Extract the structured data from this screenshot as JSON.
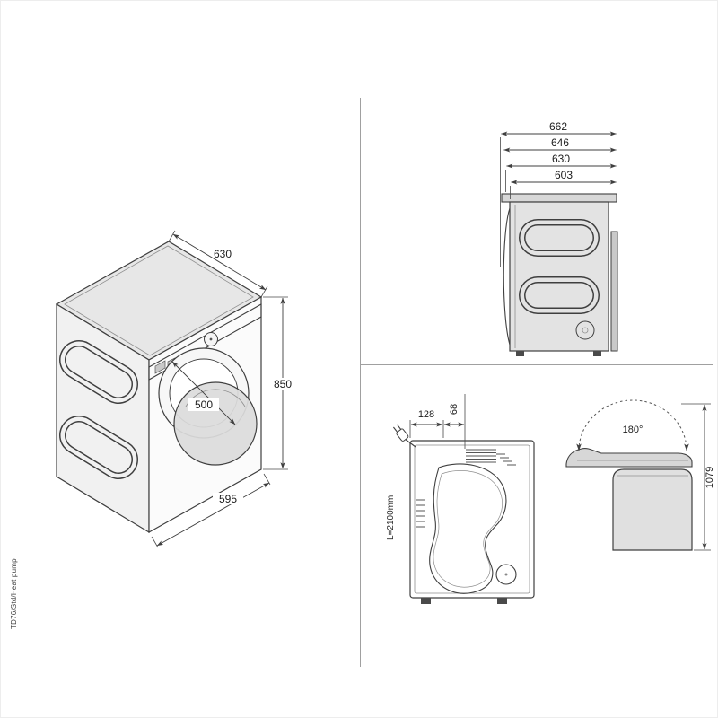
{
  "page": {
    "model_label": "TD76/Std/Heat pump",
    "background": "#ffffff"
  },
  "colors": {
    "line": "#3f3f3f",
    "divider": "#a0a0a0",
    "fill_light": "#e3e3e3",
    "fill_lighter": "#f1f1f1",
    "fill_top": "#e7e7e7",
    "text": "#1c1c1c"
  },
  "isometric_view": {
    "dim_depth_top": "630",
    "dim_height": "850",
    "dim_door_diameter": "500",
    "dim_width": "595"
  },
  "side_view": {
    "dims": [
      "662",
      "646",
      "630",
      "603"
    ]
  },
  "back_view": {
    "dim_cord_offset": "128",
    "dim_vent_offset": "68",
    "cord_length": "L=2100mm"
  },
  "lid_view": {
    "opening_angle": "180°",
    "dim_height_open": "1079"
  }
}
